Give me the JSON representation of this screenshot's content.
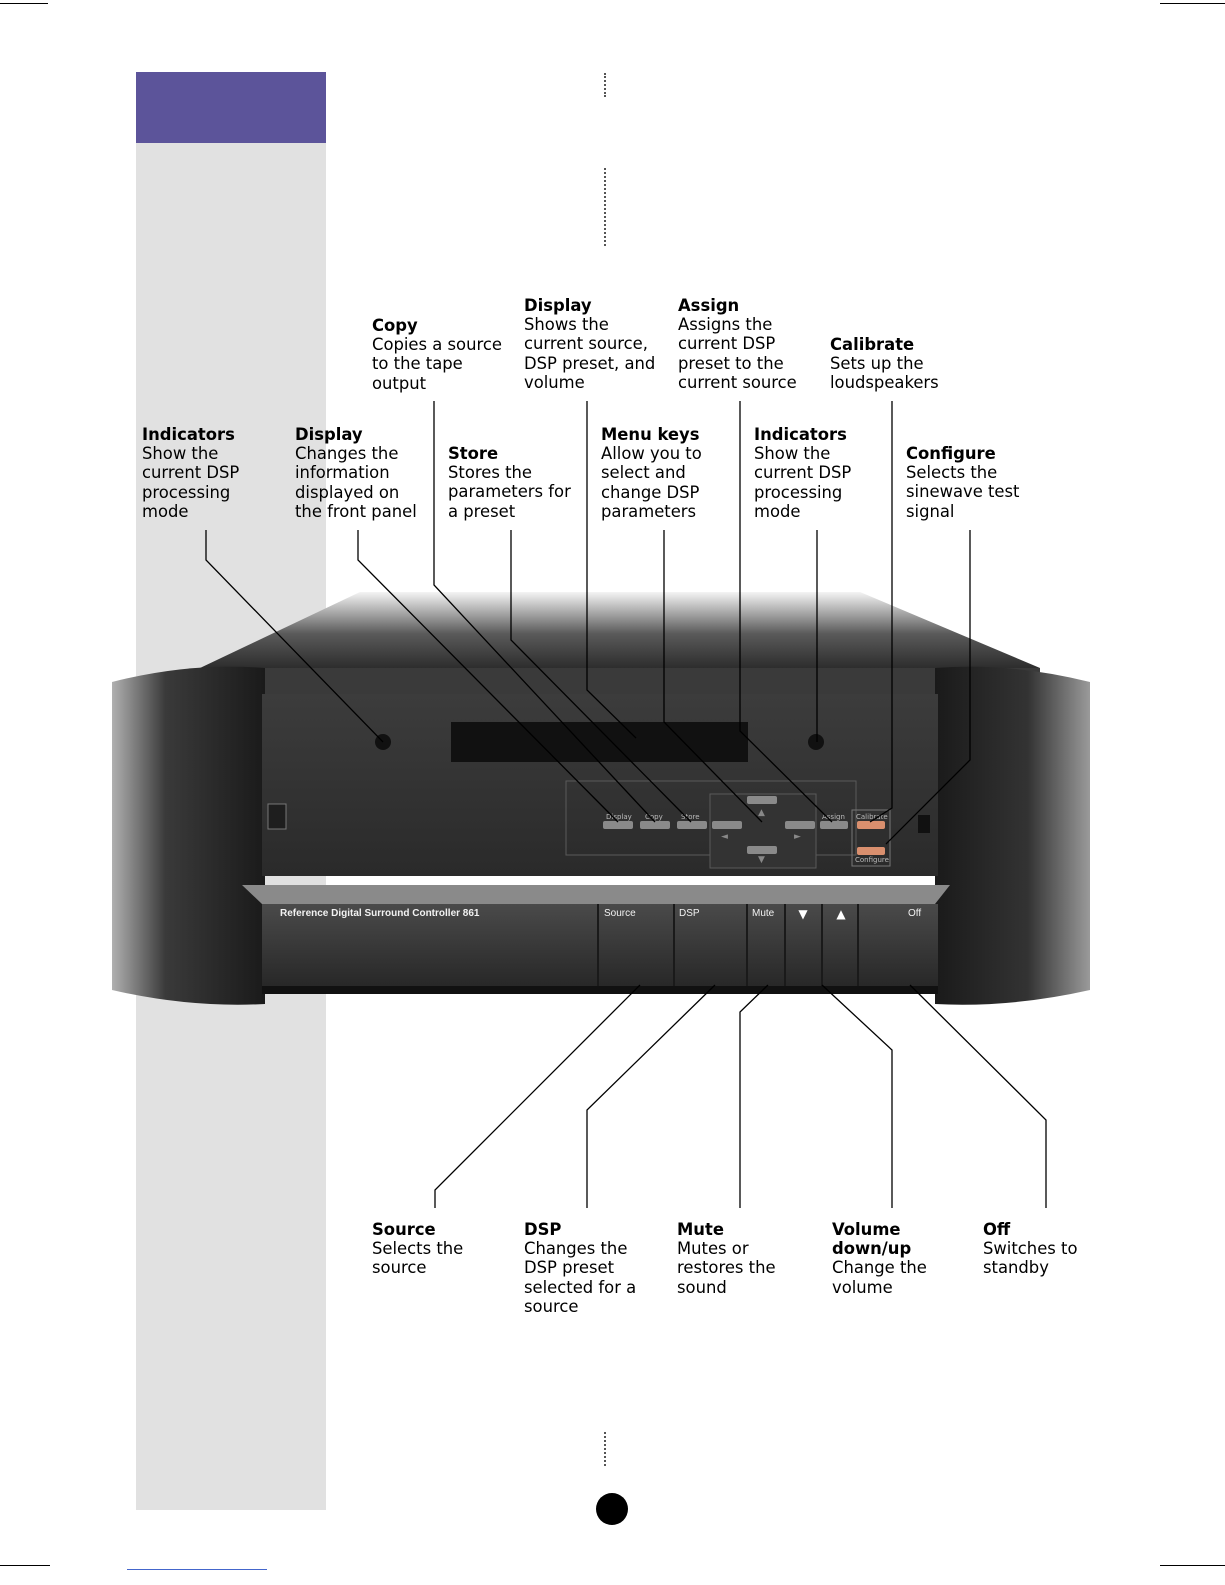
{
  "device": {
    "model_name": "Reference Digital Surround Controller 861",
    "front_buttons": [
      "Source",
      "DSP",
      "Mute",
      "Off"
    ],
    "small_buttons": [
      "Display",
      "Copy",
      "Store",
      "Assign",
      "Calibrate",
      "Configure"
    ]
  },
  "callouts_top": [
    {
      "title": "Copy",
      "text": "Copies a source\nto the tape\noutput"
    },
    {
      "title": "Display",
      "text": "Shows the\ncurrent source,\nDSP preset, and\nvolume"
    },
    {
      "title": "Assign",
      "text": "Assigns the\ncurrent DSP\npreset to the\ncurrent source"
    },
    {
      "title": "Calibrate",
      "text": "Sets up the\nloudspeakers"
    },
    {
      "title": "Indicators",
      "text": "Show the\ncurrent DSP\nprocessing\nmode"
    },
    {
      "title": "Display",
      "text": "Changes the\ninformation\ndisplayed on\nthe front panel"
    },
    {
      "title": "Store",
      "text": "Stores the\nparameters for\na preset"
    },
    {
      "title": "Menu keys",
      "text": "Allow you to\nselect and\nchange DSP\nparameters"
    },
    {
      "title": "Indicators",
      "text": "Show the\ncurrent DSP\nprocessing\nmode"
    },
    {
      "title": "Configure",
      "text": "Selects the\nsinewave test\nsignal"
    }
  ],
  "callouts_bottom": [
    {
      "title": "Source",
      "text": "Selects the\nsource"
    },
    {
      "title": "DSP",
      "text": "Changes the\nDSP preset\nselected for a\nsource"
    },
    {
      "title": "Mute",
      "text": "Mutes or\nrestores the\nsound"
    },
    {
      "title": "Volume\ndown/up",
      "text": "Change the\nvolume"
    },
    {
      "title": "Off",
      "text": "Switches to\nstandby"
    }
  ]
}
